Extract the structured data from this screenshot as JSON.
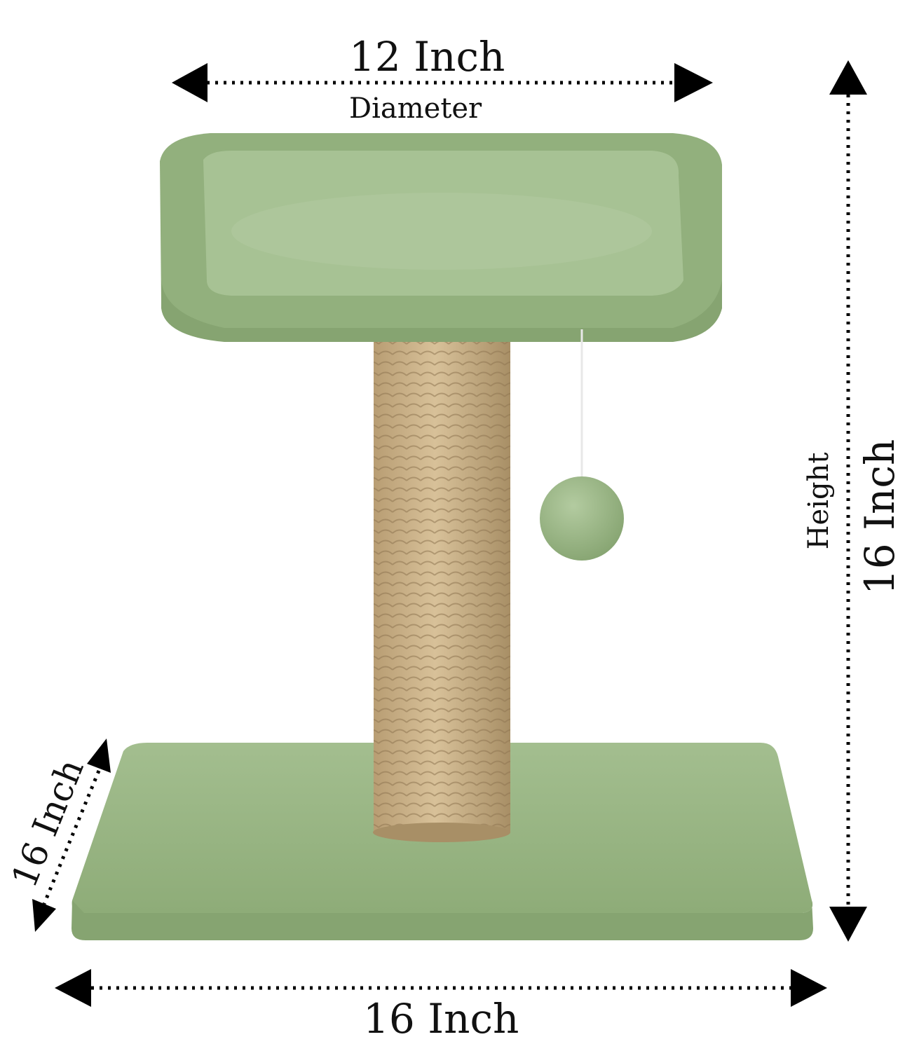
{
  "dimensions": {
    "top_width": "12 Inch",
    "top_caption": "Diameter",
    "height_value": "16 Inch",
    "height_caption": "Height",
    "depth_value": "16 Inch",
    "base_width": "16 Inch"
  },
  "colors": {
    "plush": "#98b583",
    "plush_dark": "#7d9d69",
    "plush_light": "#b3cba0",
    "sisal": "#cdb48c",
    "sisal_dark": "#a88f66",
    "arrow": "#000000",
    "background": "#ffffff"
  }
}
